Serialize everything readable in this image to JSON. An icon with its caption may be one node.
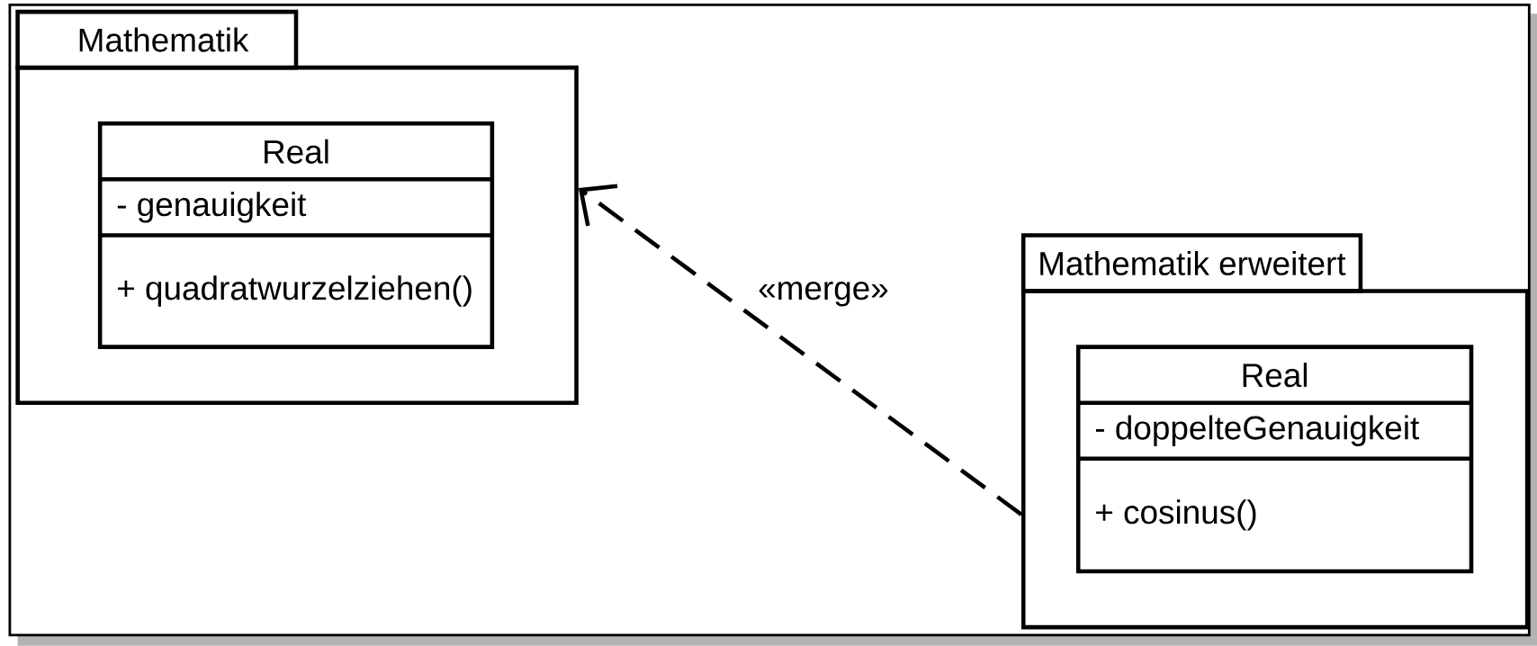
{
  "diagram": {
    "nodes": [
      {
        "text": [
          "Mathematik"
        ]
      },
      {
        "text": [
          "Real",
          "- genauigkeit",
          "+ quadratwurzelziehen()"
        ],
        "in": 0
      },
      {
        "text": [
          "Mathematik erweitert"
        ]
      },
      {
        "text": [
          "Real",
          "- doppelteGenauigkeit",
          "+ cosinus()"
        ],
        "in": 2
      }
    ],
    "edges": [
      {
        "from": 2,
        "to": 0,
        "arrow": "to",
        "style": "dashed",
        "label": "«merge»"
      }
    ]
  }
}
